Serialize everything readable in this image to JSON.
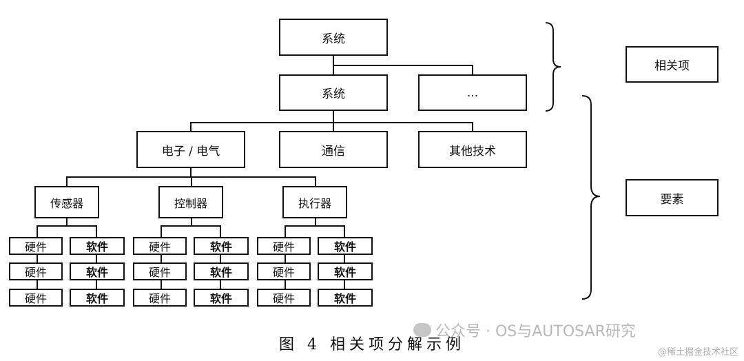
{
  "nodes": {
    "top_system": "系统",
    "system": "系统",
    "ellipsis": "...",
    "electrical": "电子 / 电气",
    "communication": "通信",
    "other_tech": "其他技术",
    "sensor": "传感器",
    "controller": "控制器",
    "actuator": "执行器",
    "hardware": "硬件",
    "software": "软件"
  },
  "side_labels": {
    "related_item": "相关项",
    "elements": "要素"
  },
  "caption": "图 4 相关项分解示例",
  "watermark": "公众号 · OS与AUTOSAR研究",
  "credit": "@稀土掘金技术社区"
}
